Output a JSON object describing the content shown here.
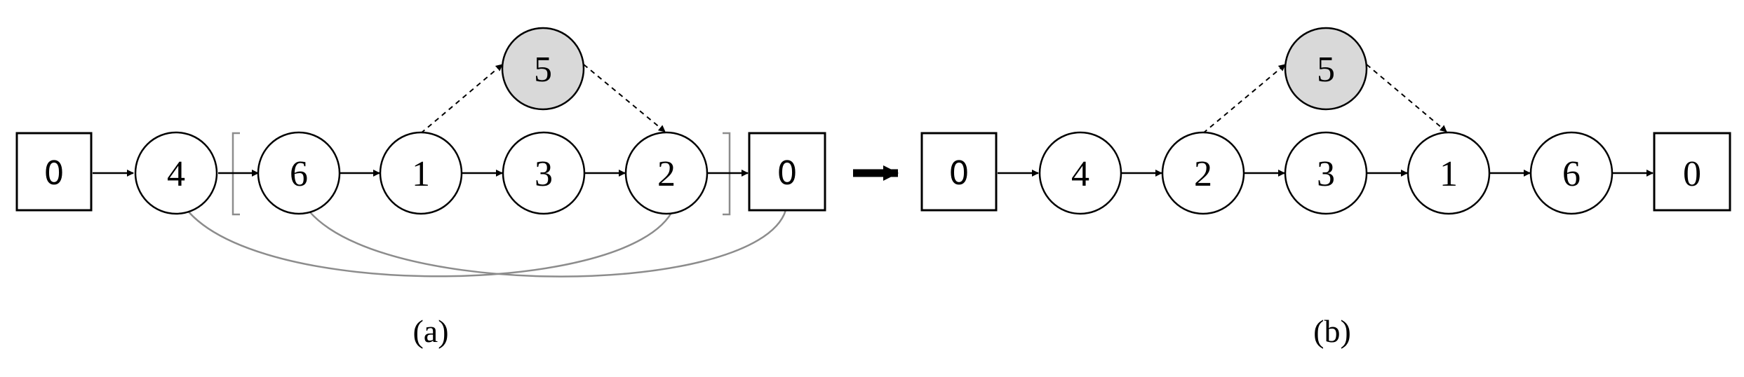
{
  "panel_a": {
    "start_depot": "0",
    "sequence": [
      "4",
      "6",
      "1",
      "3",
      "2"
    ],
    "end_depot": "0",
    "inserted_node": "5",
    "caption": "(a)"
  },
  "panel_b": {
    "start_depot": "0",
    "sequence": [
      "4",
      "2",
      "3",
      "1",
      "6"
    ],
    "end_depot": "0",
    "inserted_node": "5",
    "caption": "(b)"
  },
  "colors": {
    "inserted_fill": "#d9d9d9",
    "arc_stroke": "#8c8c8c",
    "transition_arrow": "#000000"
  },
  "transition_icon": "right-arrow-icon"
}
